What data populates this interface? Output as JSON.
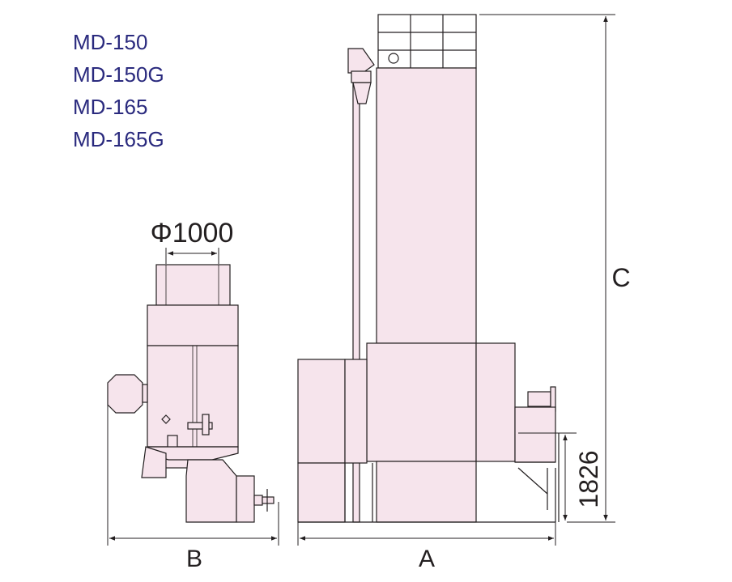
{
  "models": [
    "MD-150",
    "MD-150G",
    "MD-165",
    "MD-165G"
  ],
  "dimensions": {
    "diameter": "Φ1000",
    "width_label": "B",
    "length_label": "A",
    "height_label": "C",
    "hopper_height": "1826"
  },
  "colors": {
    "body_fill": "#f6e4ec",
    "outline": "#231f20",
    "model_text": "#2a2a7e"
  }
}
